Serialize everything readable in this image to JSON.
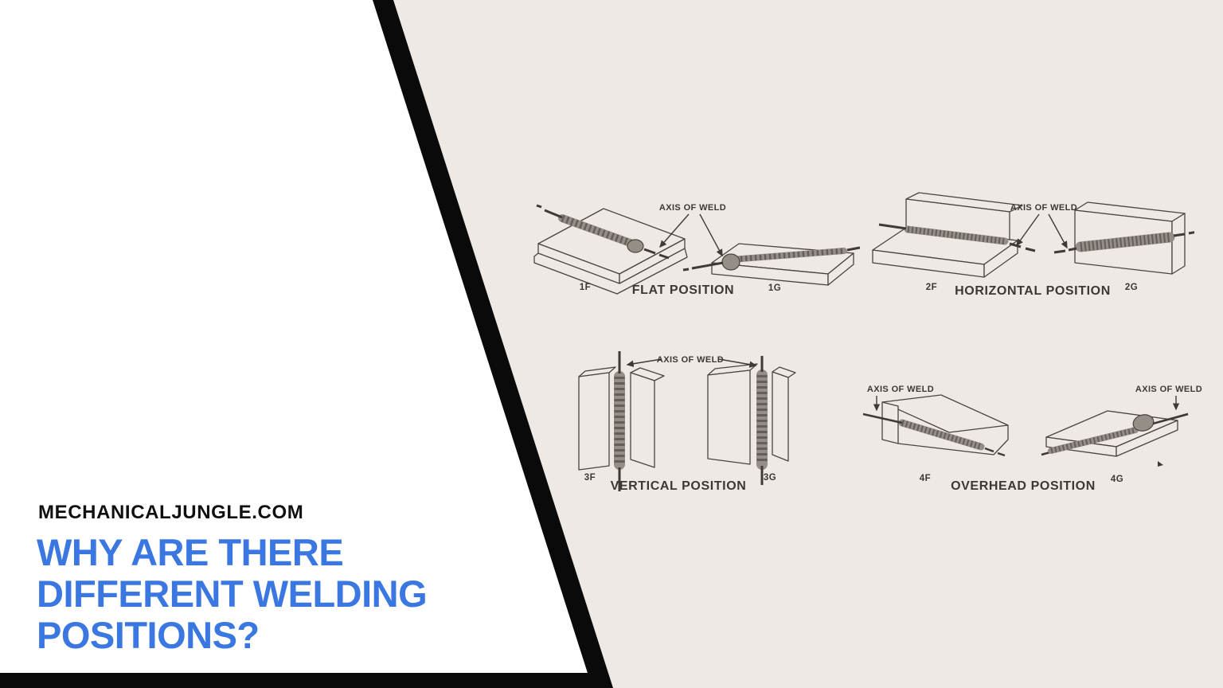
{
  "branding": {
    "site_name": "MECHANICALJUNGLE.COM",
    "title_lines": [
      "WHY ARE THERE",
      "DIFFERENT WELDING",
      "POSITIONS?"
    ]
  },
  "figure": {
    "flat": {
      "axis_label": "AXIS OF WELD",
      "left_code": "1F",
      "title": "FLAT POSITION",
      "right_code": "1G"
    },
    "horizontal": {
      "axis_label": "AXIS OF WELD",
      "left_code": "2F",
      "title": "HORIZONTAL POSITION",
      "right_code": "2G"
    },
    "vertical": {
      "axis_label": "AXIS OF WELD",
      "left_code": "3F",
      "title": "VERTICAL POSITION",
      "right_code": "3G"
    },
    "overhead": {
      "axis_label_left": "AXIS OF WELD",
      "axis_label_right": "AXIS OF WELD",
      "left_code": "4F",
      "title": "OVERHEAD POSITION",
      "right_code": "4G"
    }
  },
  "colors": {
    "accent_blue": "#3B77E1",
    "panel_beige": "#EEE9E5",
    "divider_black": "#0B0A0A",
    "line_dark": "#4A443E",
    "weld_gray": "#948E87"
  }
}
